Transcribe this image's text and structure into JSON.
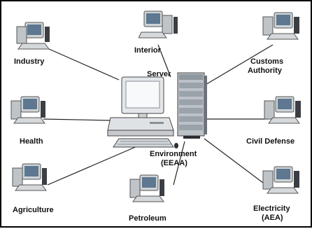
{
  "nodes": {
    "industry": "Industry",
    "interior": "Interior",
    "customs_line1": "Customs",
    "customs_line2": "Authority",
    "server": "Server",
    "health": "Health",
    "civil_defense": "Civil Defense",
    "env_line1": "Environment",
    "env_line2": "(EEAA)",
    "agriculture": "Agriculture",
    "petroleum": "Petroleum",
    "electricity_line1": "Electricity",
    "electricity_line2": "(AEA)"
  }
}
